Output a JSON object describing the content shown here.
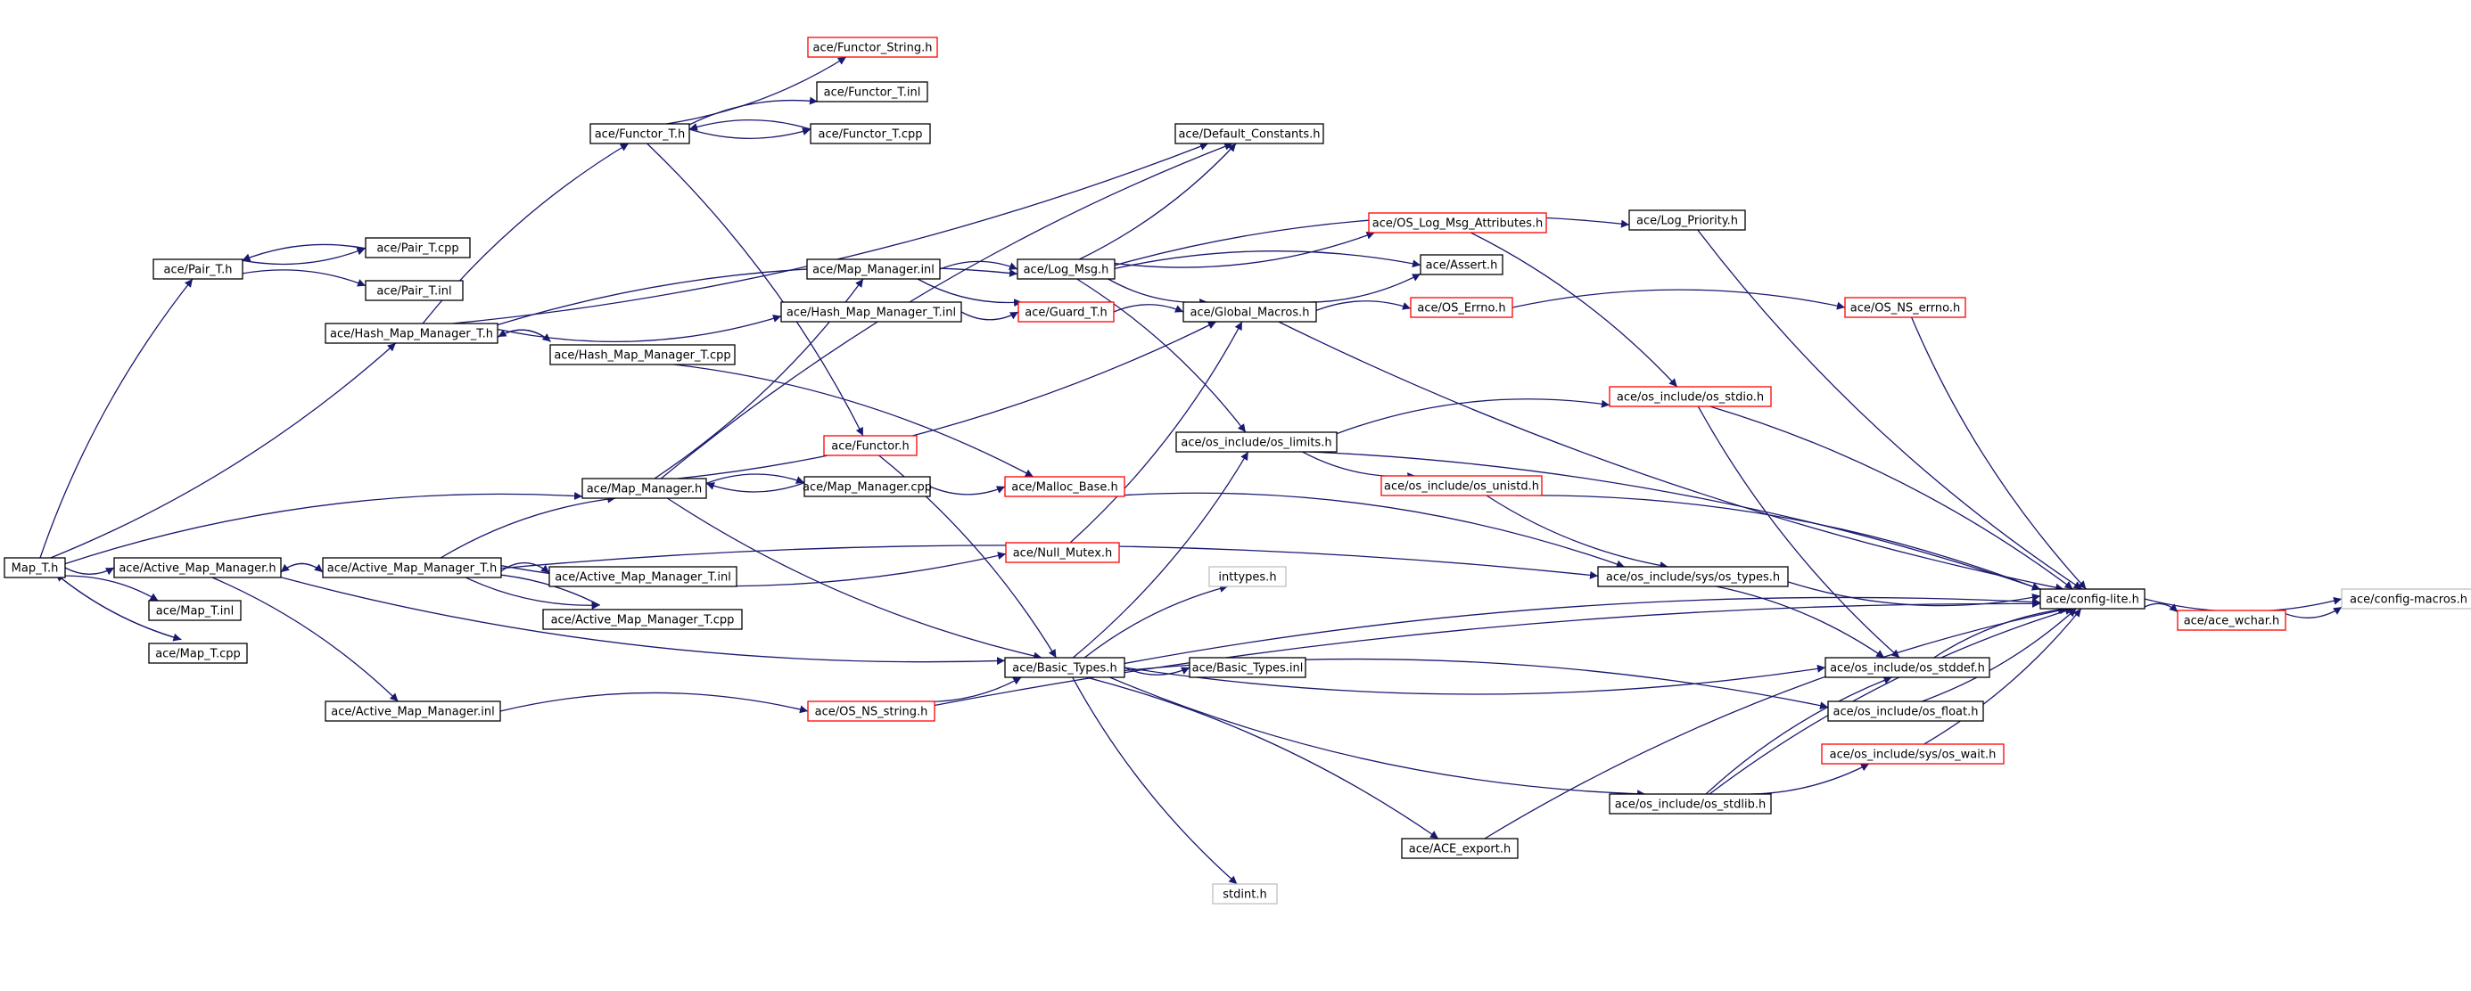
{
  "colors": {
    "edge": "#191970",
    "border_normal": "#000000",
    "border_missing": "#ff0000",
    "border_external": "#bfbfbf",
    "root_fill": "#bfbfbf"
  },
  "nodes": [
    {
      "id": "map_t_h",
      "label": "Map_T.h",
      "kind": "root"
    },
    {
      "id": "pair_t_h",
      "label": "ace/Pair_T.h",
      "kind": "normal"
    },
    {
      "id": "pair_t_cpp",
      "label": "ace/Pair_T.cpp",
      "kind": "normal"
    },
    {
      "id": "pair_t_inl",
      "label": "ace/Pair_T.inl",
      "kind": "normal"
    },
    {
      "id": "hash_map_manager_t_h",
      "label": "ace/Hash_Map_Manager_T.h",
      "kind": "normal"
    },
    {
      "id": "functor_t_h",
      "label": "ace/Functor_T.h",
      "kind": "normal"
    },
    {
      "id": "functor_string_h",
      "label": "ace/Functor_String.h",
      "kind": "missing"
    },
    {
      "id": "functor_t_inl",
      "label": "ace/Functor_T.inl",
      "kind": "normal"
    },
    {
      "id": "functor_t_cpp",
      "label": "ace/Functor_T.cpp",
      "kind": "normal"
    },
    {
      "id": "default_constants_h",
      "label": "ace/Default_Constants.h",
      "kind": "normal"
    },
    {
      "id": "map_manager_inl",
      "label": "ace/Map_Manager.inl",
      "kind": "normal"
    },
    {
      "id": "log_msg_h",
      "label": "ace/Log_Msg.h",
      "kind": "normal"
    },
    {
      "id": "hash_map_manager_t_inl",
      "label": "ace/Hash_Map_Manager_T.inl",
      "kind": "normal"
    },
    {
      "id": "guard_t_h",
      "label": "ace/Guard_T.h",
      "kind": "missing"
    },
    {
      "id": "global_macros_h",
      "label": "ace/Global_Macros.h",
      "kind": "normal"
    },
    {
      "id": "hash_map_manager_t_cpp",
      "label": "ace/Hash_Map_Manager_T.cpp",
      "kind": "normal"
    },
    {
      "id": "functor_h",
      "label": "ace/Functor.h",
      "kind": "missing"
    },
    {
      "id": "os_log_msg_attributes_h",
      "label": "ace/OS_Log_Msg_Attributes.h",
      "kind": "missing"
    },
    {
      "id": "log_priority_h",
      "label": "ace/Log_Priority.h",
      "kind": "normal"
    },
    {
      "id": "assert_h",
      "label": "ace/Assert.h",
      "kind": "normal"
    },
    {
      "id": "os_errno_h",
      "label": "ace/OS_Errno.h",
      "kind": "missing"
    },
    {
      "id": "os_ns_errno_h",
      "label": "ace/OS_NS_errno.h",
      "kind": "missing"
    },
    {
      "id": "os_stdio_h",
      "label": "ace/os_include/os_stdio.h",
      "kind": "missing"
    },
    {
      "id": "os_limits_h",
      "label": "ace/os_include/os_limits.h",
      "kind": "normal"
    },
    {
      "id": "os_unistd_h",
      "label": "ace/os_include/os_unistd.h",
      "kind": "missing"
    },
    {
      "id": "map_manager_h",
      "label": "ace/Map_Manager.h",
      "kind": "normal"
    },
    {
      "id": "map_manager_cpp",
      "label": "ace/Map_Manager.cpp",
      "kind": "normal"
    },
    {
      "id": "malloc_base_h",
      "label": "ace/Malloc_Base.h",
      "kind": "missing"
    },
    {
      "id": "active_map_manager_h",
      "label": "ace/Active_Map_Manager.h",
      "kind": "normal"
    },
    {
      "id": "active_map_manager_t_h",
      "label": "ace/Active_Map_Manager_T.h",
      "kind": "normal"
    },
    {
      "id": "null_mutex_h",
      "label": "ace/Null_Mutex.h",
      "kind": "missing"
    },
    {
      "id": "active_map_manager_t_inl",
      "label": "ace/Active_Map_Manager_T.inl",
      "kind": "normal"
    },
    {
      "id": "active_map_manager_t_cpp",
      "label": "ace/Active_Map_Manager_T.cpp",
      "kind": "normal"
    },
    {
      "id": "os_types_h",
      "label": "ace/os_include/sys/os_types.h",
      "kind": "normal"
    },
    {
      "id": "inttypes_h",
      "label": "inttypes.h",
      "kind": "external"
    },
    {
      "id": "config_lite_h",
      "label": "ace/config-lite.h",
      "kind": "normal"
    },
    {
      "id": "config_macros_h",
      "label": "ace/config-macros.h",
      "kind": "external"
    },
    {
      "id": "ace_wchar_h",
      "label": "ace/ace_wchar.h",
      "kind": "missing"
    },
    {
      "id": "map_t_inl",
      "label": "ace/Map_T.inl",
      "kind": "normal"
    },
    {
      "id": "map_t_cpp",
      "label": "ace/Map_T.cpp",
      "kind": "normal"
    },
    {
      "id": "basic_types_h",
      "label": "ace/Basic_Types.h",
      "kind": "normal"
    },
    {
      "id": "basic_types_inl",
      "label": "ace/Basic_Types.inl",
      "kind": "normal"
    },
    {
      "id": "os_stddef_h",
      "label": "ace/os_include/os_stddef.h",
      "kind": "normal"
    },
    {
      "id": "active_map_manager_inl",
      "label": "ace/Active_Map_Manager.inl",
      "kind": "normal"
    },
    {
      "id": "os_ns_string_h",
      "label": "ace/OS_NS_string.h",
      "kind": "missing"
    },
    {
      "id": "os_float_h",
      "label": "ace/os_include/os_float.h",
      "kind": "normal"
    },
    {
      "id": "os_wait_h",
      "label": "ace/os_include/sys/os_wait.h",
      "kind": "missing"
    },
    {
      "id": "os_stdlib_h",
      "label": "ace/os_include/os_stdlib.h",
      "kind": "normal"
    },
    {
      "id": "ace_export_h",
      "label": "ace/ACE_export.h",
      "kind": "normal"
    },
    {
      "id": "stdint_h",
      "label": "stdint.h",
      "kind": "external"
    }
  ],
  "edges": [
    [
      "map_t_h",
      "pair_t_h"
    ],
    [
      "map_t_h",
      "hash_map_manager_t_h"
    ],
    [
      "map_t_h",
      "map_manager_h"
    ],
    [
      "map_t_h",
      "active_map_manager_h"
    ],
    [
      "map_t_h",
      "map_t_inl"
    ],
    [
      "map_t_h",
      "map_t_cpp"
    ],
    [
      "map_t_cpp",
      "map_t_h"
    ],
    [
      "pair_t_h",
      "pair_t_cpp"
    ],
    [
      "pair_t_h",
      "pair_t_inl"
    ],
    [
      "pair_t_cpp",
      "pair_t_h"
    ],
    [
      "hash_map_manager_t_h",
      "functor_t_h"
    ],
    [
      "hash_map_manager_t_h",
      "default_constants_h"
    ],
    [
      "hash_map_manager_t_h",
      "log_msg_h"
    ],
    [
      "hash_map_manager_t_h",
      "hash_map_manager_t_inl"
    ],
    [
      "hash_map_manager_t_h",
      "hash_map_manager_t_cpp"
    ],
    [
      "hash_map_manager_t_cpp",
      "hash_map_manager_t_h"
    ],
    [
      "hash_map_manager_t_cpp",
      "malloc_base_h"
    ],
    [
      "functor_t_h",
      "functor_string_h"
    ],
    [
      "functor_t_h",
      "functor_t_inl"
    ],
    [
      "functor_t_h",
      "functor_t_cpp"
    ],
    [
      "functor_t_h",
      "functor_h"
    ],
    [
      "functor_t_cpp",
      "functor_t_h"
    ],
    [
      "functor_h",
      "basic_types_h"
    ],
    [
      "hash_map_manager_t_inl",
      "guard_t_h"
    ],
    [
      "map_manager_inl",
      "log_msg_h"
    ],
    [
      "map_manager_inl",
      "guard_t_h"
    ],
    [
      "guard_t_h",
      "global_macros_h"
    ],
    [
      "log_msg_h",
      "default_constants_h"
    ],
    [
      "log_msg_h",
      "log_priority_h"
    ],
    [
      "log_msg_h",
      "os_log_msg_attributes_h"
    ],
    [
      "log_msg_h",
      "assert_h"
    ],
    [
      "log_msg_h",
      "global_macros_h"
    ],
    [
      "log_msg_h",
      "os_limits_h"
    ],
    [
      "log_priority_h",
      "config_lite_h"
    ],
    [
      "os_log_msg_attributes_h",
      "os_stdio_h"
    ],
    [
      "global_macros_h",
      "assert_h"
    ],
    [
      "global_macros_h",
      "os_errno_h"
    ],
    [
      "global_macros_h",
      "config_lite_h"
    ],
    [
      "os_errno_h",
      "os_ns_errno_h"
    ],
    [
      "os_ns_errno_h",
      "config_lite_h"
    ],
    [
      "os_limits_h",
      "os_stdio_h"
    ],
    [
      "os_limits_h",
      "os_unistd_h"
    ],
    [
      "os_limits_h",
      "config_lite_h"
    ],
    [
      "os_stdio_h",
      "os_stddef_h"
    ],
    [
      "os_stdio_h",
      "config_lite_h"
    ],
    [
      "os_unistd_h",
      "os_types_h"
    ],
    [
      "os_unistd_h",
      "config_lite_h"
    ],
    [
      "map_manager_h",
      "map_manager_inl"
    ],
    [
      "map_manager_h",
      "default_constants_h"
    ],
    [
      "map_manager_h",
      "global_macros_h"
    ],
    [
      "map_manager_h",
      "map_manager_cpp"
    ],
    [
      "map_manager_h",
      "basic_types_h"
    ],
    [
      "map_manager_cpp",
      "map_manager_h"
    ],
    [
      "map_manager_cpp",
      "malloc_base_h"
    ],
    [
      "malloc_base_h",
      "os_types_h"
    ],
    [
      "null_mutex_h",
      "global_macros_h"
    ],
    [
      "active_map_manager_h",
      "active_map_manager_inl"
    ],
    [
      "active_map_manager_h",
      "basic_types_h"
    ],
    [
      "active_map_manager_h",
      "active_map_manager_t_h"
    ],
    [
      "active_map_manager_t_h",
      "active_map_manager_h"
    ],
    [
      "active_map_manager_t_h",
      "map_manager_h"
    ],
    [
      "active_map_manager_t_h",
      "null_mutex_h"
    ],
    [
      "active_map_manager_t_h",
      "active_map_manager_t_inl"
    ],
    [
      "active_map_manager_t_h",
      "active_map_manager_t_cpp"
    ],
    [
      "active_map_manager_t_h",
      "os_types_h"
    ],
    [
      "active_map_manager_t_cpp",
      "active_map_manager_t_h"
    ],
    [
      "active_map_manager_inl",
      "os_ns_string_h"
    ],
    [
      "os_ns_string_h",
      "basic_types_h"
    ],
    [
      "os_ns_string_h",
      "config_lite_h"
    ],
    [
      "basic_types_h",
      "os_limits_h"
    ],
    [
      "basic_types_h",
      "inttypes_h"
    ],
    [
      "basic_types_h",
      "basic_types_inl"
    ],
    [
      "basic_types_h",
      "config_lite_h"
    ],
    [
      "basic_types_h",
      "os_stddef_h"
    ],
    [
      "basic_types_h",
      "os_float_h"
    ],
    [
      "basic_types_h",
      "os_stdlib_h"
    ],
    [
      "basic_types_h",
      "ace_export_h"
    ],
    [
      "basic_types_h",
      "stdint_h"
    ],
    [
      "os_types_h",
      "os_stddef_h"
    ],
    [
      "os_types_h",
      "config_lite_h"
    ],
    [
      "os_stddef_h",
      "config_lite_h"
    ],
    [
      "os_float_h",
      "config_lite_h"
    ],
    [
      "os_stdlib_h",
      "os_stddef_h"
    ],
    [
      "os_stdlib_h",
      "os_wait_h"
    ],
    [
      "os_stdlib_h",
      "config_lite_h"
    ],
    [
      "os_wait_h",
      "config_lite_h"
    ],
    [
      "ace_export_h",
      "config_lite_h"
    ],
    [
      "config_lite_h",
      "config_macros_h"
    ],
    [
      "config_lite_h",
      "ace_wchar_h"
    ],
    [
      "ace_wchar_h",
      "config_macros_h"
    ]
  ]
}
